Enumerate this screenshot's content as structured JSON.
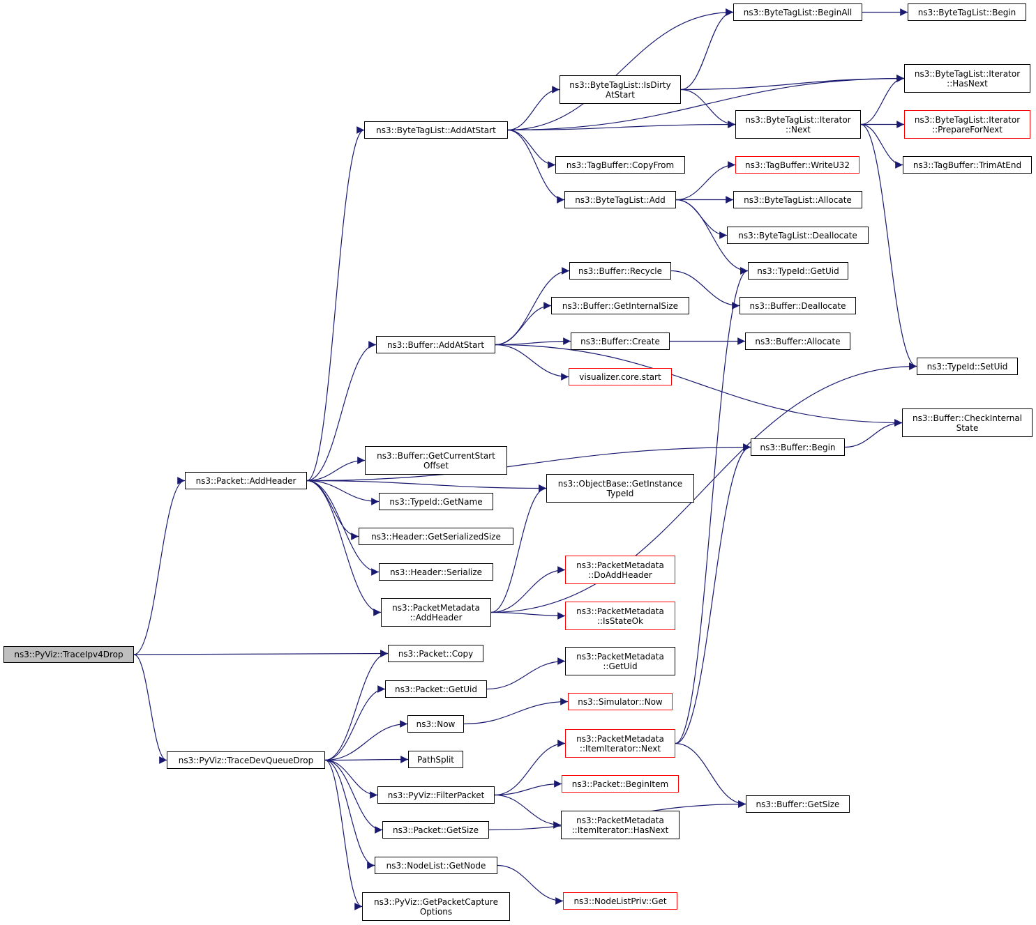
{
  "colors": {
    "edge": "#191970",
    "node_border": "#000000",
    "external_border": "#ff0000",
    "root_fill": "#bfbfbf"
  },
  "nodes": {
    "traceipv4drop": "ns3::PyViz::TraceIpv4Drop",
    "addheader": "ns3::Packet::AddHeader",
    "tracedevqueuedrop": "ns3::PyViz::TraceDevQueueDrop",
    "bytetaglist_addatstart": "ns3::ByteTagList::AddAtStart",
    "buffer_addatstart": "ns3::Buffer::AddAtStart",
    "getcurrentstartoffset": "ns3::Buffer::GetCurrentStart\nOffset",
    "typeid_getname": "ns3::TypeId::GetName",
    "header_getserializedsize": "ns3::Header::GetSerializedSize",
    "header_serialize": "ns3::Header::Serialize",
    "pm_addheader": "ns3::PacketMetadata\n::AddHeader",
    "packet_copy": "ns3::Packet::Copy",
    "packet_getuid": "ns3::Packet::GetUid",
    "now": "ns3::Now",
    "pathsplit": "PathSplit",
    "filterpacket": "ns3::PyViz::FilterPacket",
    "packet_getsize": "ns3::Packet::GetSize",
    "nodelist_getnode": "ns3::NodeList::GetNode",
    "getpacketcaptureoptions": "ns3::PyViz::GetPacketCapture\nOptions",
    "isdirtyatstart": "ns3::ByteTagList::IsDirty\nAtStart",
    "tagbuffer_copyfrom": "ns3::TagBuffer::CopyFrom",
    "bytetaglist_add": "ns3::ByteTagList::Add",
    "buffer_recycle": "ns3::Buffer::Recycle",
    "buffer_getinternalsize": "ns3::Buffer::GetInternalSize",
    "buffer_create": "ns3::Buffer::Create",
    "visualizer_core_start": "visualizer.core.start",
    "getinstancetypeid": "ns3::ObjectBase::GetInstance\nTypeId",
    "pm_doaddheader": "ns3::PacketMetadata\n::DoAddHeader",
    "pm_isstateok": "ns3::PacketMetadata\n::IsStateOk",
    "pm_getuid": "ns3::PacketMetadata\n::GetUid",
    "simulator_now": "ns3::Simulator::Now",
    "pm_itemiterator_next": "ns3::PacketMetadata\n::ItemIterator::Next",
    "packet_beginitem": "ns3::Packet::BeginItem",
    "pm_itemiterator_hasnext": "ns3::PacketMetadata\n::ItemIterator::HasNext",
    "nodelistpriv_get": "ns3::NodeListPriv::Get",
    "beginall": "ns3::ByteTagList::BeginAll",
    "iterator_next": "ns3::ByteTagList::Iterator\n::Next",
    "tagbuffer_writeu32": "ns3::TagBuffer::WriteU32",
    "bytetaglist_allocate": "ns3::ByteTagList::Allocate",
    "bytetaglist_deallocate": "ns3::ByteTagList::Deallocate",
    "typeid_getuid": "ns3::TypeId::GetUid",
    "buffer_deallocate": "ns3::Buffer::Deallocate",
    "buffer_allocate": "ns3::Buffer::Allocate",
    "buffer_begin": "ns3::Buffer::Begin",
    "buffer_getsize": "ns3::Buffer::GetSize",
    "bytetaglist_begin": "ns3::ByteTagList::Begin",
    "iterator_hasnext": "ns3::ByteTagList::Iterator\n::HasNext",
    "iterator_prepareforNext": "ns3::ByteTagList::Iterator\n::PrepareForNext",
    "tagbuffer_trimatend": "ns3::TagBuffer::TrimAtEnd",
    "typeid_setuid": "ns3::TypeId::SetUid",
    "buffer_checkinternalstate": "ns3::Buffer::CheckInternal\nState"
  },
  "external_nodes": [
    "tagbuffer_writeu32",
    "visualizer_core_start",
    "pm_doaddheader",
    "pm_isstateok",
    "simulator_now",
    "pm_itemiterator_next",
    "packet_beginitem",
    "nodelistpriv_get",
    "iterator_prepareforNext"
  ],
  "edges": [
    [
      "traceipv4drop",
      "addheader"
    ],
    [
      "traceipv4drop",
      "packet_copy"
    ],
    [
      "traceipv4drop",
      "tracedevqueuedrop"
    ],
    [
      "addheader",
      "bytetaglist_addatstart"
    ],
    [
      "addheader",
      "buffer_addatstart"
    ],
    [
      "addheader",
      "getcurrentstartoffset"
    ],
    [
      "addheader",
      "typeid_getname"
    ],
    [
      "addheader",
      "header_getserializedsize"
    ],
    [
      "addheader",
      "header_serialize"
    ],
    [
      "addheader",
      "pm_addheader"
    ],
    [
      "addheader",
      "getinstancetypeid"
    ],
    [
      "addheader",
      "buffer_begin"
    ],
    [
      "bytetaglist_addatstart",
      "beginall"
    ],
    [
      "bytetaglist_addatstart",
      "iterator_hasnext"
    ],
    [
      "bytetaglist_addatstart",
      "isdirtyatstart"
    ],
    [
      "bytetaglist_addatstart",
      "iterator_next"
    ],
    [
      "bytetaglist_addatstart",
      "tagbuffer_copyfrom"
    ],
    [
      "bytetaglist_addatstart",
      "bytetaglist_add"
    ],
    [
      "isdirtyatstart",
      "beginall"
    ],
    [
      "isdirtyatstart",
      "iterator_hasnext"
    ],
    [
      "isdirtyatstart",
      "iterator_next"
    ],
    [
      "beginall",
      "bytetaglist_begin"
    ],
    [
      "iterator_next",
      "iterator_hasnext"
    ],
    [
      "iterator_next",
      "iterator_prepareforNext"
    ],
    [
      "iterator_next",
      "tagbuffer_trimatend"
    ],
    [
      "iterator_next",
      "typeid_setuid"
    ],
    [
      "bytetaglist_add",
      "tagbuffer_writeu32"
    ],
    [
      "bytetaglist_add",
      "bytetaglist_allocate"
    ],
    [
      "bytetaglist_add",
      "bytetaglist_deallocate"
    ],
    [
      "bytetaglist_add",
      "typeid_getuid"
    ],
    [
      "buffer_addatstart",
      "buffer_recycle"
    ],
    [
      "buffer_addatstart",
      "buffer_getinternalsize"
    ],
    [
      "buffer_addatstart",
      "buffer_create"
    ],
    [
      "buffer_addatstart",
      "visualizer_core_start"
    ],
    [
      "buffer_addatstart",
      "buffer_checkinternalstate"
    ],
    [
      "buffer_recycle",
      "buffer_deallocate"
    ],
    [
      "buffer_create",
      "buffer_allocate"
    ],
    [
      "buffer_begin",
      "buffer_checkinternalstate"
    ],
    [
      "pm_addheader",
      "getinstancetypeid"
    ],
    [
      "pm_addheader",
      "typeid_setuid"
    ],
    [
      "pm_addheader",
      "pm_doaddheader"
    ],
    [
      "pm_addheader",
      "pm_isstateok"
    ],
    [
      "tracedevqueuedrop",
      "packet_copy"
    ],
    [
      "tracedevqueuedrop",
      "packet_getuid"
    ],
    [
      "tracedevqueuedrop",
      "now"
    ],
    [
      "tracedevqueuedrop",
      "pathsplit"
    ],
    [
      "tracedevqueuedrop",
      "filterpacket"
    ],
    [
      "tracedevqueuedrop",
      "packet_getsize"
    ],
    [
      "tracedevqueuedrop",
      "nodelist_getnode"
    ],
    [
      "tracedevqueuedrop",
      "getpacketcaptureoptions"
    ],
    [
      "packet_getuid",
      "pm_getuid"
    ],
    [
      "now",
      "simulator_now"
    ],
    [
      "filterpacket",
      "pm_itemiterator_next"
    ],
    [
      "filterpacket",
      "packet_beginitem"
    ],
    [
      "filterpacket",
      "pm_itemiterator_hasnext"
    ],
    [
      "pm_itemiterator_next",
      "typeid_getuid"
    ],
    [
      "pm_itemiterator_next",
      "buffer_begin"
    ],
    [
      "pm_itemiterator_next",
      "buffer_getsize"
    ],
    [
      "packet_getsize",
      "buffer_getsize"
    ],
    [
      "nodelist_getnode",
      "nodelistpriv_get"
    ]
  ]
}
